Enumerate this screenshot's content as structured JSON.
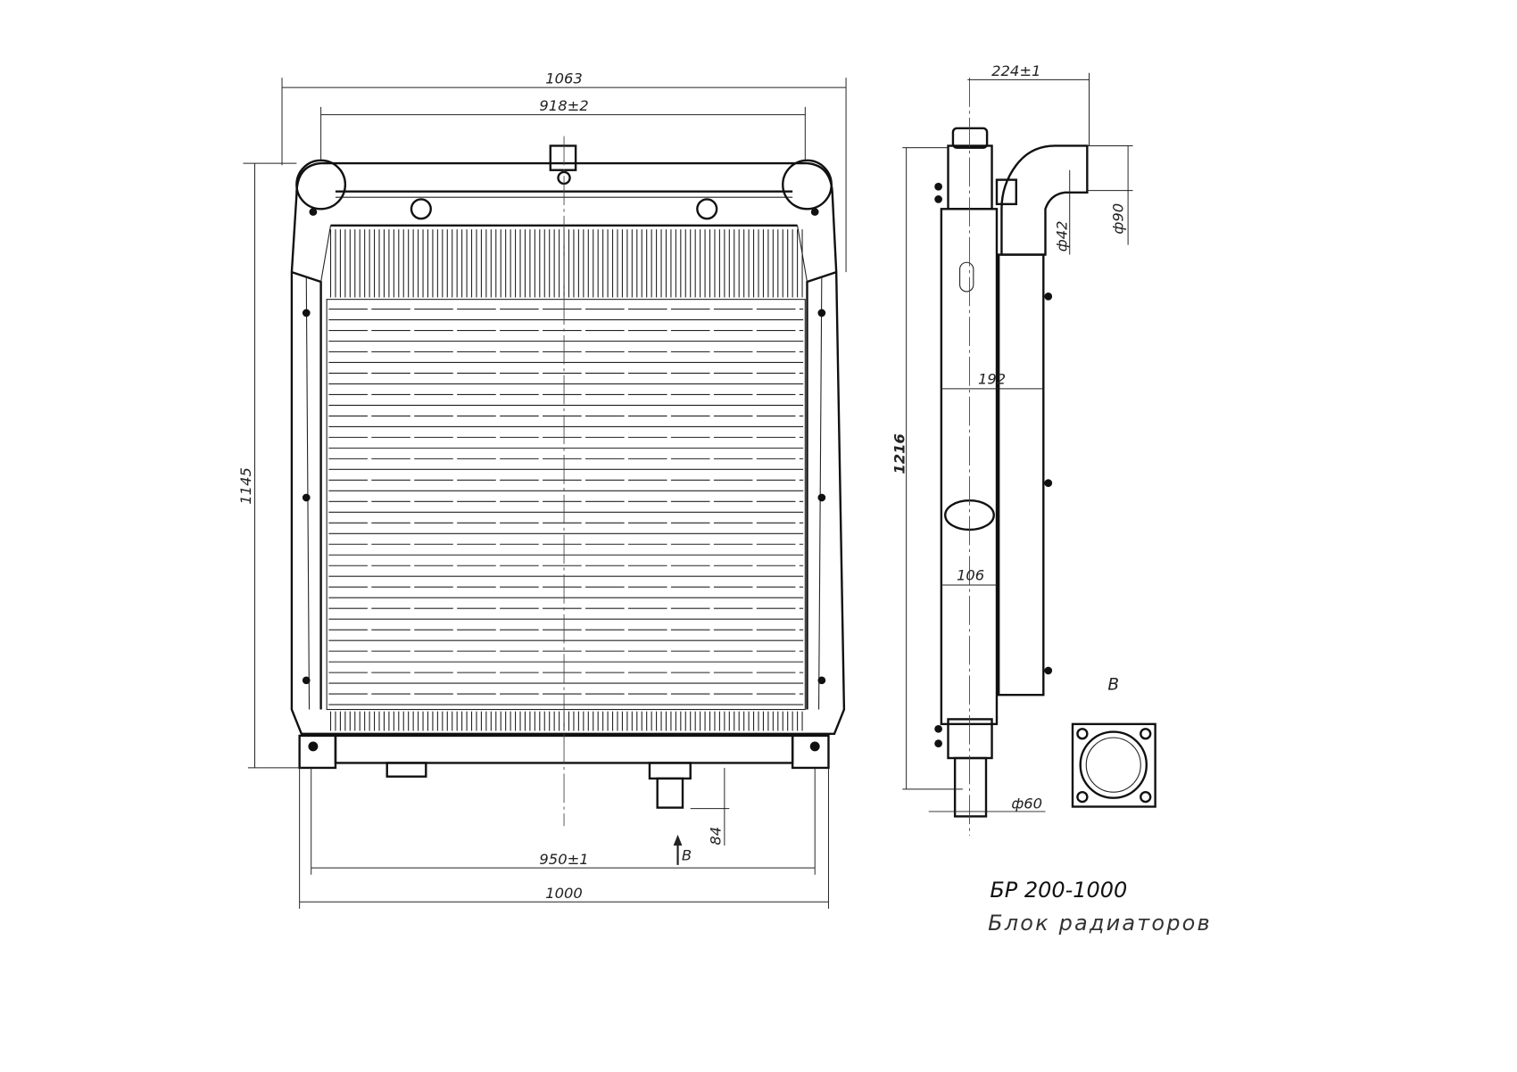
{
  "title": {
    "code": "БР 200-1000",
    "name": "Блок радиаторов"
  },
  "front_view": {
    "dims": {
      "overall_width": "1063",
      "tank_width": "918±2",
      "height": "1145",
      "mount_width": "950±1",
      "base_width": "1000",
      "outlet_height": "84",
      "view_marker": "B"
    }
  },
  "side_view": {
    "dims": {
      "depth_top": "224±1",
      "diameter_90": "ф90",
      "diameter_42": "ф42",
      "height": "1216",
      "depth_192": "192",
      "depth_106": "106",
      "diameter_60": "ф60"
    }
  },
  "detail_view": {
    "label": "B"
  }
}
